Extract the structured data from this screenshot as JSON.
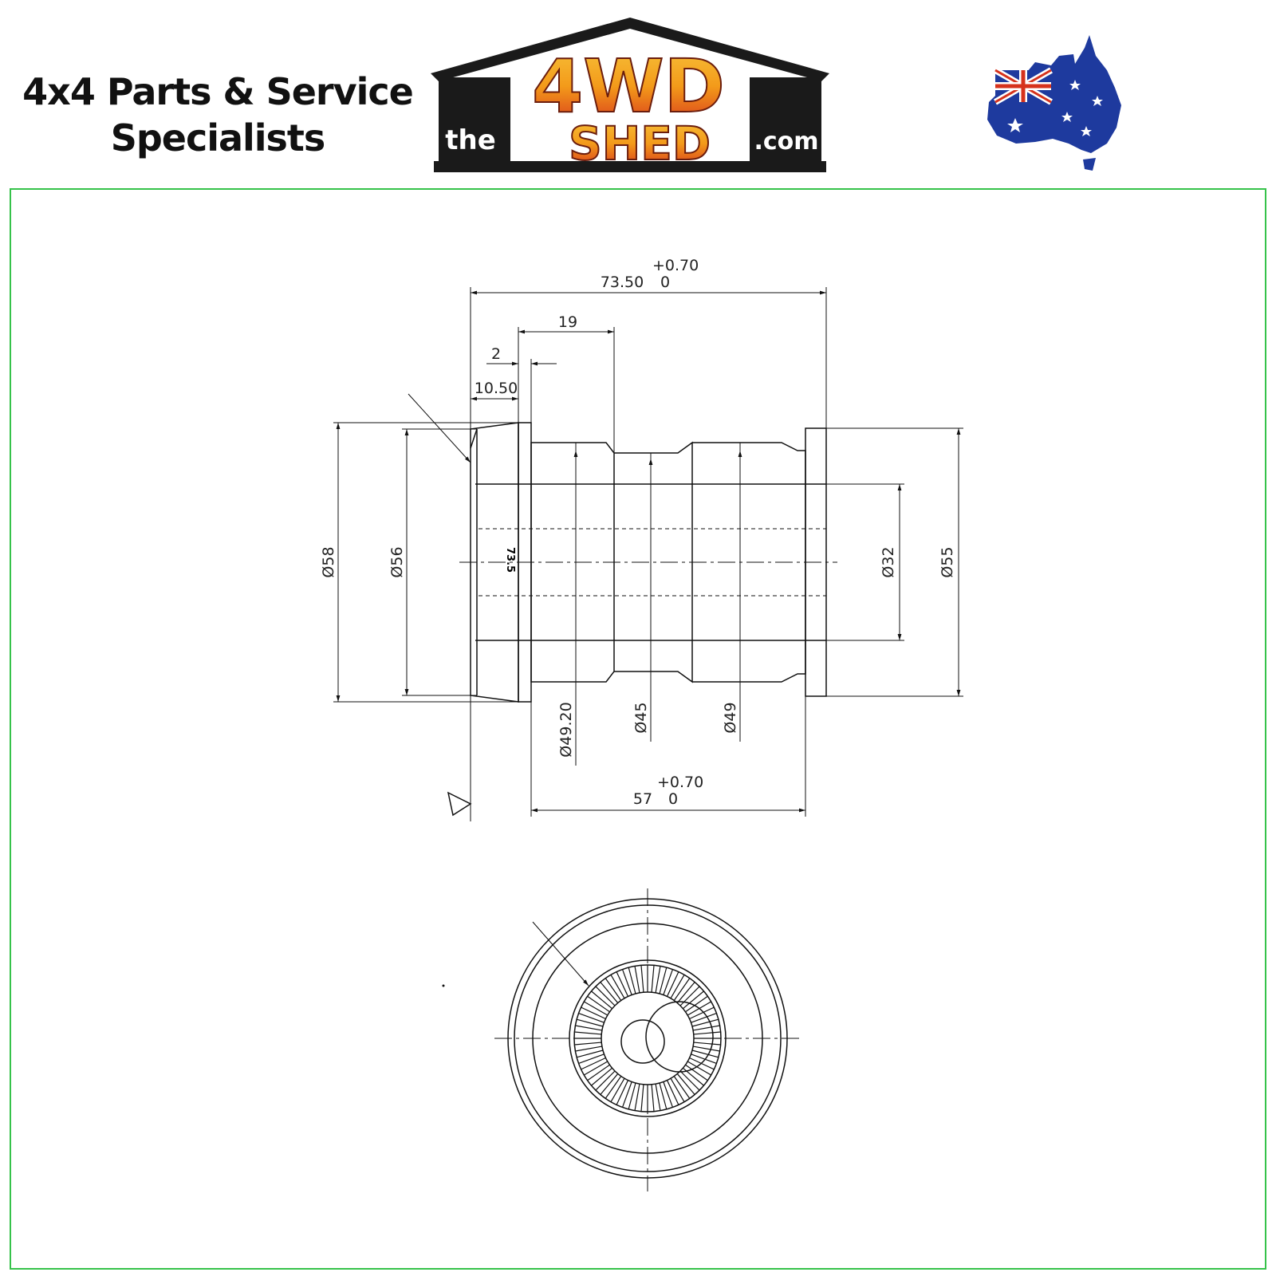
{
  "header": {
    "tagline_line1": "4x4 Parts & Service",
    "tagline_line2": "Specialists",
    "logo": {
      "the": "the",
      "big1": "4WD",
      "big2": "SHED",
      "dotcom": ".com"
    },
    "flag_icon": "australia-flag-map-icon"
  },
  "drawing": {
    "overall_length": "73.50",
    "overall_tol_upper": "+0.70",
    "overall_tol_lower": "0",
    "dim_19": "19",
    "dim_2": "2",
    "dim_10_50": "10.50",
    "dia_58": "Ø58",
    "dia_56": "Ø56",
    "dia_32": "Ø32",
    "dia_55": "Ø55",
    "dia_49_20": "Ø49.20",
    "dia_45": "Ø45",
    "dia_49": "Ø49",
    "inner_label": "73.5",
    "bottom_length": "57",
    "bottom_tol_upper": "+0.70",
    "bottom_tol_lower": "0"
  },
  "colors": {
    "frame": "#36c24a",
    "logo_orange": "#f39a1a",
    "logo_red": "#d6321c",
    "flag_blue": "#1e3a9e"
  }
}
